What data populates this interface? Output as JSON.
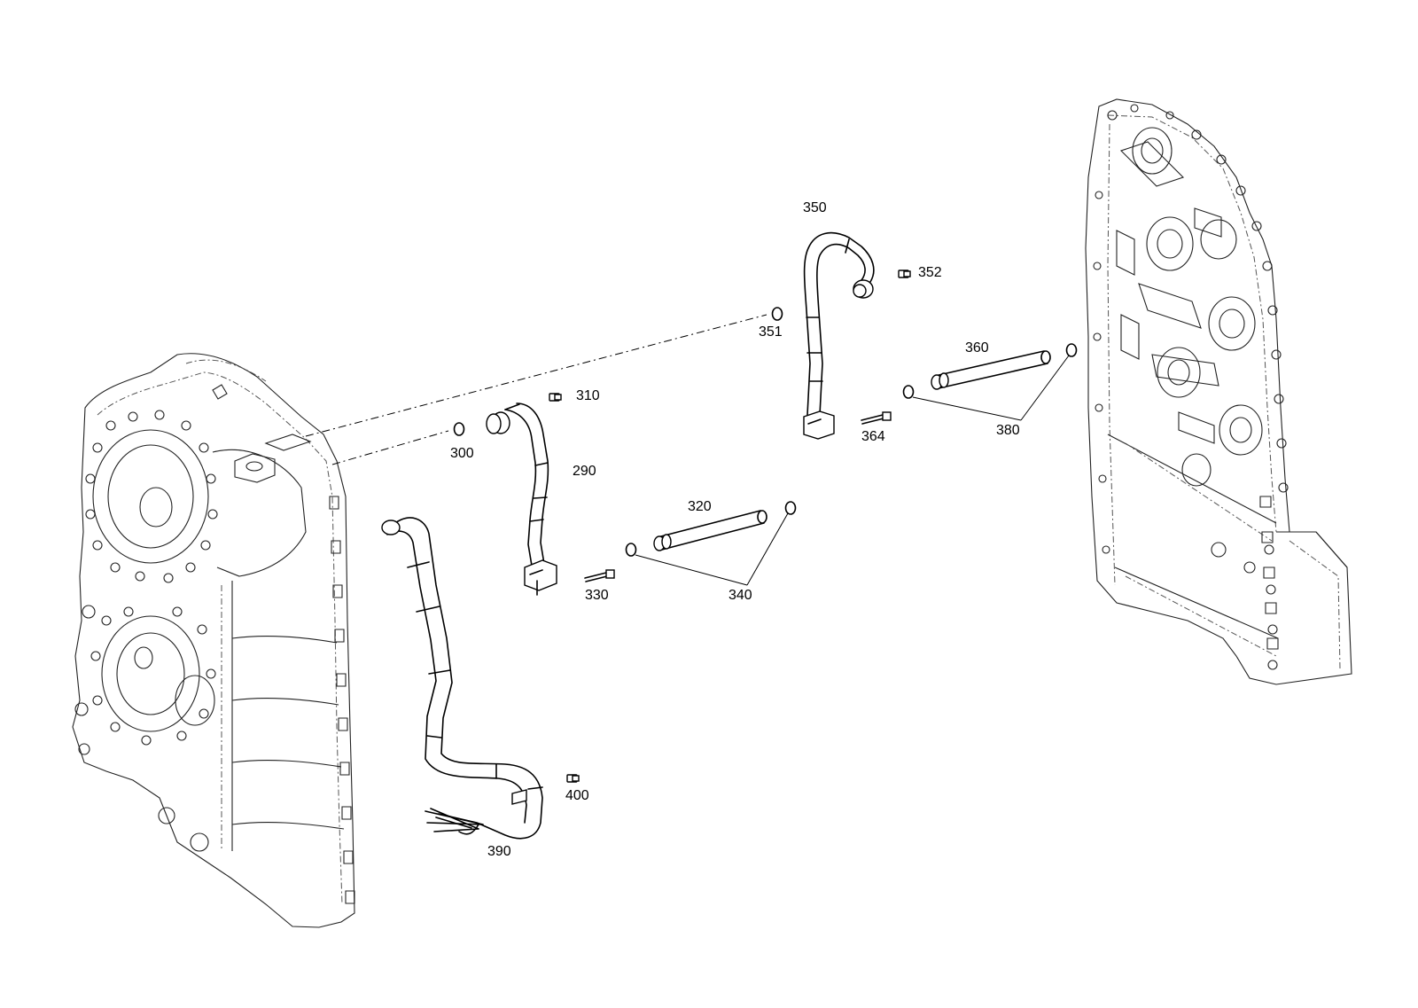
{
  "callouts": {
    "c290": "290",
    "c300": "300",
    "c310": "310",
    "c320": "320",
    "c330": "330",
    "c340": "340",
    "c350": "350",
    "c351": "351",
    "c352": "352",
    "c360": "360",
    "c364": "364",
    "c380": "380",
    "c390": "390",
    "c400": "400"
  },
  "colors": {
    "line": "#000000",
    "background": "#ffffff"
  }
}
